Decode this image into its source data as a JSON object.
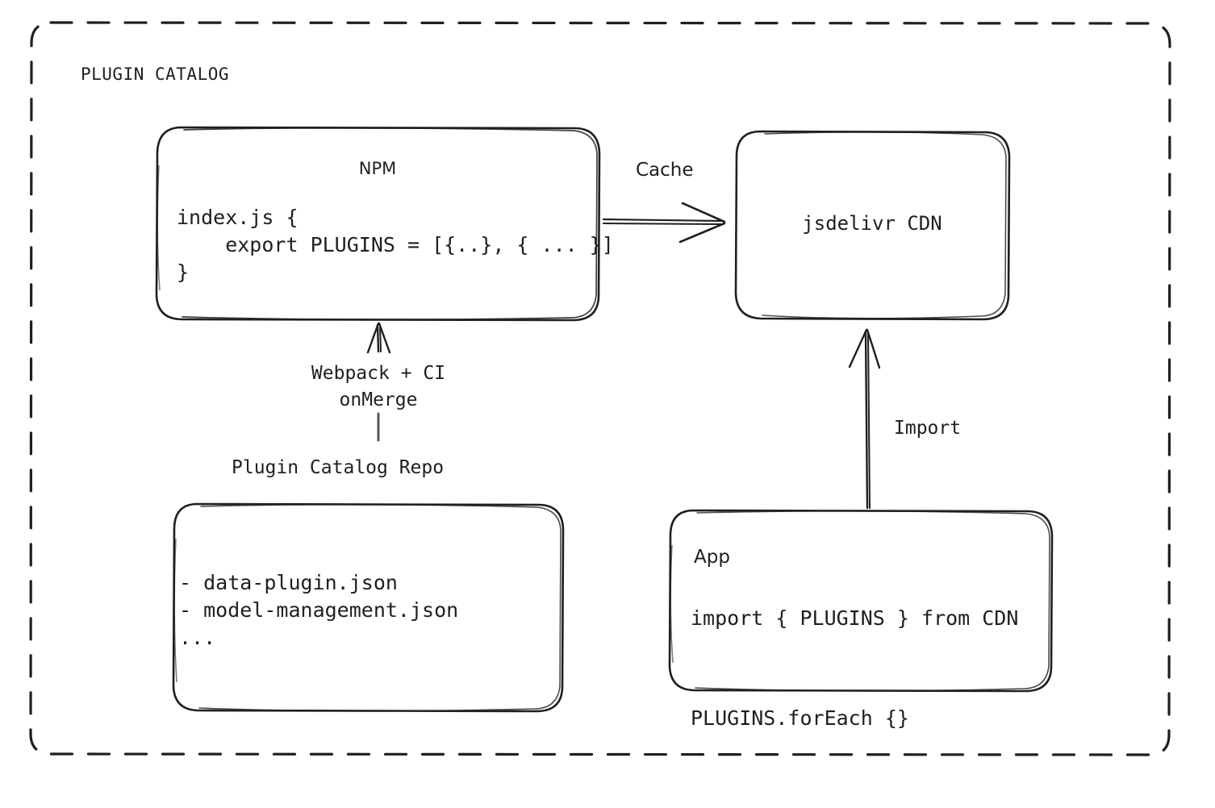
{
  "diagram": {
    "container": {
      "title": "PLUGIN CATALOG",
      "border_style": "dashed",
      "border_color": "#1f1f1f"
    },
    "nodes": [
      {
        "id": "npm",
        "title": "NPM",
        "code": "index.js {\n    export PLUGINS = [{..}, { ... }]\n}"
      },
      {
        "id": "cdn",
        "title": "jsdelivr CDN"
      },
      {
        "id": "repo",
        "caption": "Plugin Catalog Repo",
        "list": "- data-plugin.json\n- model-management.json\n..."
      },
      {
        "id": "app",
        "title": "App",
        "code": "import { PLUGINS } from CDN\n\nPLUGINS.forEach {}"
      }
    ],
    "edges": [
      {
        "id": "npm-to-cdn",
        "label": "Cache",
        "from": "npm",
        "to": "cdn",
        "direction": "right"
      },
      {
        "id": "repo-to-npm",
        "label": "Webpack + CI\nonMerge",
        "from": "repo",
        "to": "npm",
        "direction": "up"
      },
      {
        "id": "app-to-cdn",
        "label": "Import",
        "from": "app",
        "to": "cdn",
        "direction": "up"
      }
    ]
  },
  "colors": {
    "stroke": "#1f1f1f",
    "background": "#ffffff",
    "text": "#1f1f1f"
  }
}
